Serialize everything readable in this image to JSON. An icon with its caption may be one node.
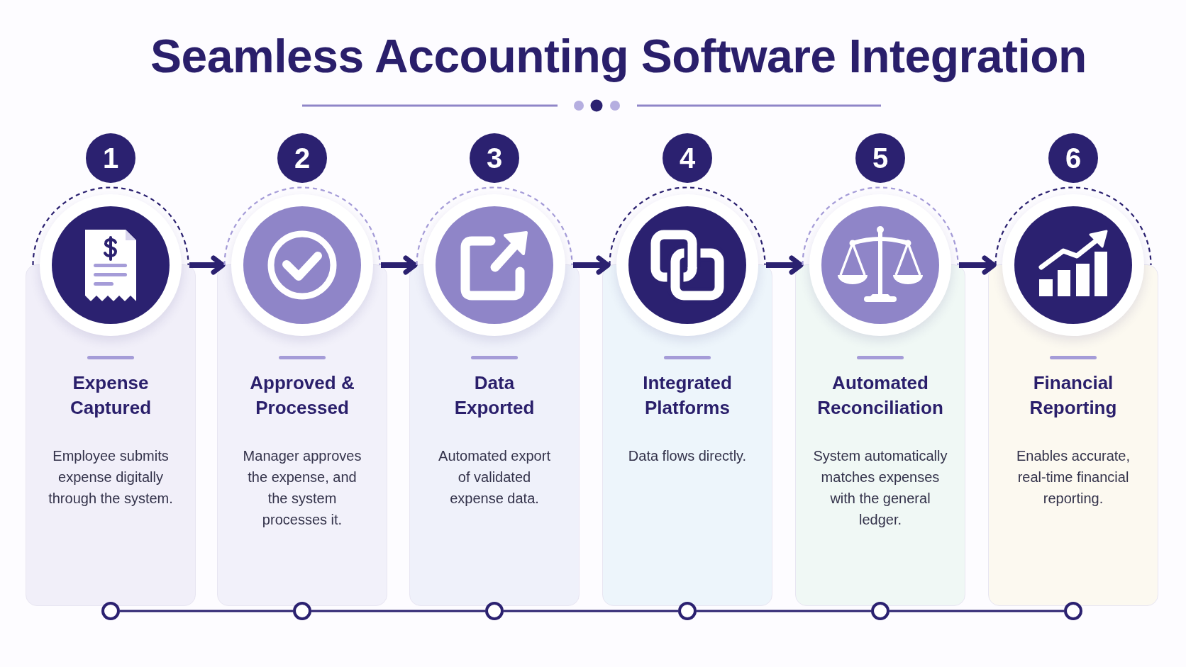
{
  "diagram": {
    "title": "Seamless Accounting Software Integration",
    "nodes": [
      {
        "text": [
          "1"
        ]
      },
      {
        "text": [],
        "shape": "circle"
      },
      {
        "text": [
          "Expense Captured",
          "Employee submits expense digitally through the system."
        ]
      },
      {
        "text": [
          "2"
        ]
      },
      {
        "text": [],
        "shape": "circle"
      },
      {
        "text": [
          "Approved & Processed",
          "Manager approves the expense, and the system processes it."
        ]
      },
      {
        "text": [
          "3"
        ]
      },
      {
        "text": [],
        "shape": "circle"
      },
      {
        "text": [
          "Data Exported",
          "Automated export of validated expense data."
        ]
      },
      {
        "text": [
          "4"
        ]
      },
      {
        "text": [],
        "shape": "circle"
      },
      {
        "text": [
          "Integrated Platforms",
          "Data flows directly."
        ]
      },
      {
        "text": [
          "5"
        ]
      },
      {
        "text": [],
        "shape": "circle"
      },
      {
        "text": [
          "Automated Reconciliation",
          "System automatically matches expenses with the general ledger."
        ]
      },
      {
        "text": [
          "6"
        ]
      },
      {
        "text": [],
        "shape": "circle"
      },
      {
        "text": [
          "Financial Reporting",
          "Enables accurate, real-time financial reporting."
        ]
      },
      {
        "text": [],
        "shape": "circle"
      },
      {
        "text": [],
        "shape": "circle"
      },
      {
        "text": [],
        "shape": "circle"
      },
      {
        "text": [],
        "shape": "circle"
      },
      {
        "text": [],
        "shape": "circle"
      },
      {
        "text": [],
        "shape": "circle"
      }
    ],
    "edges": [
      {
        "from": 1,
        "to": 4,
        "arrow": "to",
        "style": "thick"
      },
      {
        "from": 4,
        "to": 7,
        "arrow": "to",
        "style": "thick"
      },
      {
        "from": 7,
        "to": 10,
        "arrow": "to",
        "style": "thick"
      },
      {
        "from": 10,
        "to": 13,
        "arrow": "to",
        "style": "thick"
      },
      {
        "from": 13,
        "to": 16,
        "arrow": "to",
        "style": "thick"
      },
      {
        "from": 18,
        "to": 19,
        "arrow": "none"
      },
      {
        "from": 19,
        "to": 20,
        "arrow": "none"
      },
      {
        "from": 20,
        "to": 21,
        "arrow": "none"
      },
      {
        "from": 21,
        "to": 22,
        "arrow": "none"
      },
      {
        "from": 22,
        "to": 23,
        "arrow": "none"
      }
    ]
  }
}
